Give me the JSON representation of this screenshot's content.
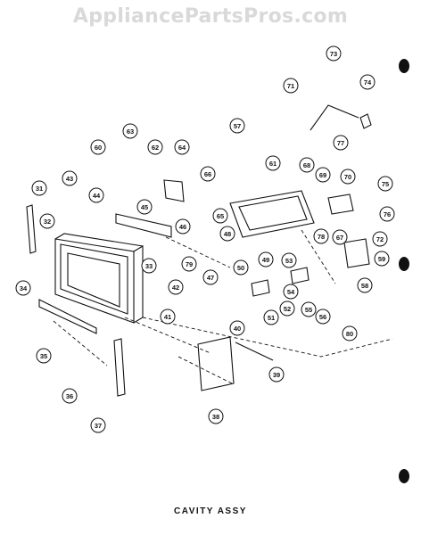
{
  "watermark": "AppliancePartsPros.com",
  "caption": "CAVITY ASSY",
  "callouts": [
    "31",
    "32",
    "33",
    "34",
    "35",
    "36",
    "37",
    "38",
    "39",
    "40",
    "41",
    "42",
    "43",
    "44",
    "45",
    "46",
    "47",
    "48",
    "49",
    "50",
    "51",
    "52",
    "53",
    "54",
    "55",
    "56",
    "57",
    "58",
    "59",
    "60",
    "61",
    "62",
    "63",
    "64",
    "65",
    "66",
    "67",
    "68",
    "69",
    "70",
    "71",
    "72",
    "73",
    "74",
    "75",
    "76",
    "77",
    "78",
    "79",
    "80"
  ],
  "colors": {
    "ink": "#111111",
    "watermark": "#d9d9d9",
    "paper": "#ffffff"
  }
}
